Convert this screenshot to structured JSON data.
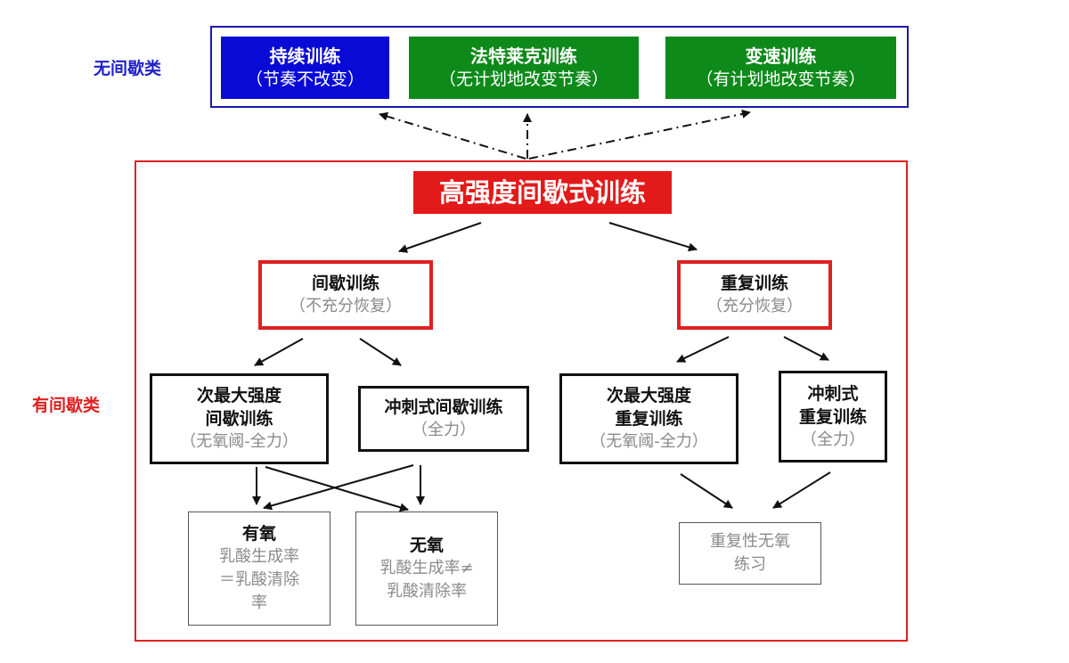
{
  "labels": {
    "no_interval": "无间歇类",
    "with_interval": "有间歇类"
  },
  "top_methods": [
    {
      "title": "持续训练",
      "sub": "（节奏不改变）",
      "color": "#0a0ad6"
    },
    {
      "title": "法特莱克训练",
      "sub": "（无计划地改变节奏）",
      "color": "#0e8a1a"
    },
    {
      "title": "变速训练",
      "sub": "（有计划地改变节奏）",
      "color": "#0e8a1a"
    }
  ],
  "main_title": "高强度间歇式训练",
  "level1": [
    {
      "title": "间歇训练",
      "sub": "（不充分恢复）"
    },
    {
      "title": "重复训练",
      "sub": "（充分恢复）"
    }
  ],
  "level2": [
    {
      "title1": "次最大强度",
      "title2": "间歇训练",
      "sub": "（无氧阈-全力）"
    },
    {
      "title1": "冲刺式间歇训练",
      "title2": "",
      "sub": "（全力）"
    },
    {
      "title1": "次最大强度",
      "title2": "重复训练",
      "sub": "（无氧阈-全力）"
    },
    {
      "title1": "冲刺式",
      "title2": "重复训练",
      "sub": "（全力）"
    }
  ],
  "outcomes": [
    {
      "title": "有氧",
      "lines": [
        "乳酸生成率",
        "＝乳酸清除",
        "率"
      ]
    },
    {
      "title": "无氧",
      "lines": [
        "乳酸生成率≠",
        "乳酸清除率"
      ]
    },
    {
      "title": "",
      "lines": [
        "重复性无氧",
        "练习"
      ]
    }
  ],
  "colors": {
    "blue_label": "#2222cc",
    "red_label": "#e02020",
    "frame_blue": "#1a1aa6",
    "frame_red": "#e02020"
  }
}
